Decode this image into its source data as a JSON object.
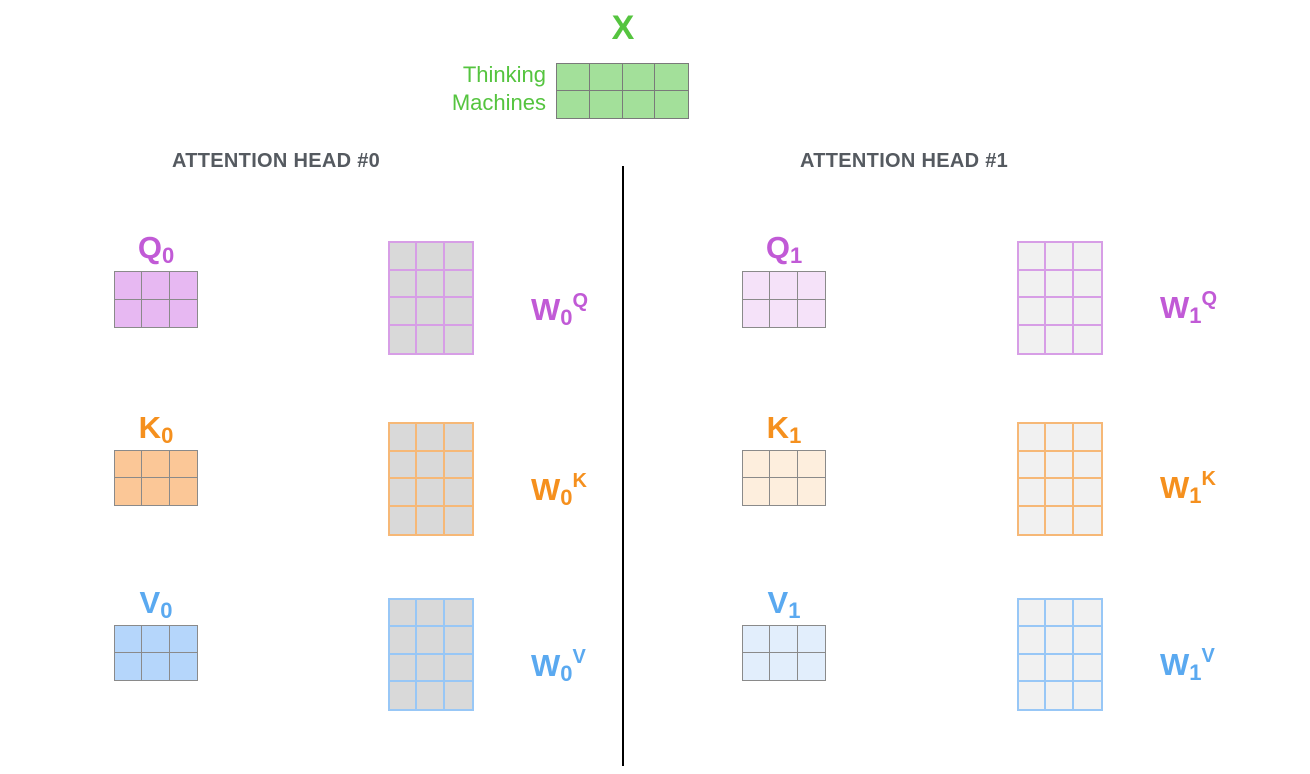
{
  "input": {
    "label": "X",
    "words": [
      "Thinking",
      "Machines"
    ],
    "rows": 2,
    "cols": 4,
    "color": "#55c43f",
    "fill": "#a3e09a"
  },
  "heads": [
    {
      "title": "ATTENTION HEAD #0",
      "q": {
        "label": "Q",
        "sub": "0",
        "fill": "#e7b8f2",
        "stroke": "#8a8a8a"
      },
      "k": {
        "label": "K",
        "sub": "0",
        "fill": "#fbc797",
        "stroke": "#8a8a8a"
      },
      "v": {
        "label": "V",
        "sub": "0",
        "fill": "#b5d6fb",
        "stroke": "#8a8a8a"
      },
      "wq": {
        "label": "W",
        "sub": "0",
        "sup": "Q",
        "fill": "#d9d9d9"
      },
      "wk": {
        "label": "W",
        "sub": "0",
        "sup": "K",
        "fill": "#d9d9d9"
      },
      "wv": {
        "label": "W",
        "sub": "0",
        "sup": "V",
        "fill": "#d9d9d9"
      }
    },
    {
      "title": "ATTENTION HEAD #1",
      "q": {
        "label": "Q",
        "sub": "1",
        "fill": "#f5e2f9",
        "stroke": "#8a8a8a"
      },
      "k": {
        "label": "K",
        "sub": "1",
        "fill": "#fdeedd",
        "stroke": "#8a8a8a"
      },
      "v": {
        "label": "V",
        "sub": "1",
        "fill": "#e2eefc",
        "stroke": "#8a8a8a"
      },
      "wq": {
        "label": "W",
        "sub": "1",
        "sup": "Q",
        "fill": "#f1f1f1"
      },
      "wk": {
        "label": "W",
        "sub": "1",
        "sup": "K",
        "fill": "#f1f1f1"
      },
      "wv": {
        "label": "W",
        "sub": "1",
        "sup": "V",
        "fill": "#f1f1f1"
      }
    }
  ],
  "colors": {
    "q": "#c15ad6",
    "k": "#f5901e",
    "v": "#5aa9f0",
    "wq_border": "#d79ee6",
    "wk_border": "#f6b877",
    "wv_border": "#98c7f6",
    "output_grid_line": "#8a8a8a"
  }
}
